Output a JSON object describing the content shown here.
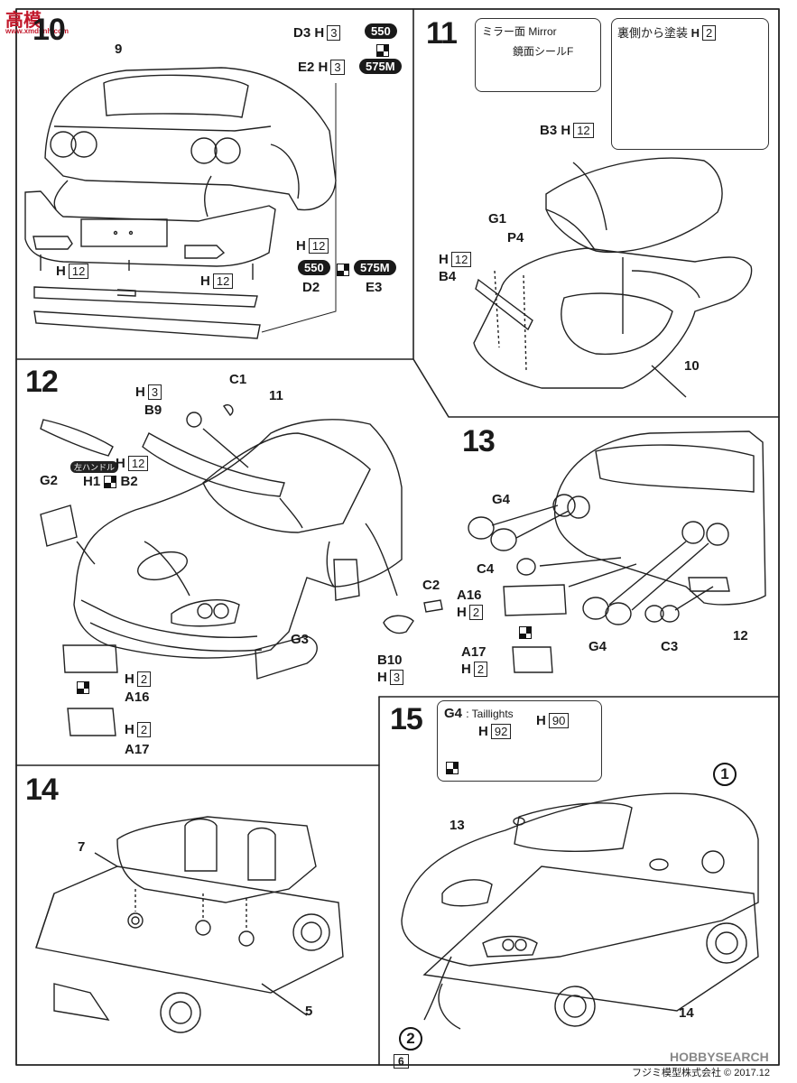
{
  "logo": {
    "glyph": "高",
    "site": "模",
    "url": "www.xmdsnh.com"
  },
  "watermark": "HOBBYSEARCH",
  "footer_company": "フジミ模型株式会社 © 2017.12",
  "page_number": "6",
  "step10": {
    "number": "10",
    "part_9": "9",
    "d3": "D3",
    "e2": "E2",
    "h3a": "3",
    "h3b": "3",
    "h": "H",
    "pill_550": "550",
    "pill_575m": "575M",
    "h12_left": "12",
    "h12_right": "12",
    "h12_top": "12",
    "d2": "D2",
    "e3": "E3"
  },
  "step11": {
    "number": "11",
    "mirror_title": "ミラー面 Mirror",
    "mirror_sub": "鏡面シールF",
    "paint_title": "裏側から塗装",
    "paint_h": "H",
    "paint_box": "2",
    "b3": "B3",
    "b3_h": "12",
    "g1": "G1",
    "p4": "P4",
    "h12": "12",
    "b4": "B4",
    "part_10": "10"
  },
  "step12": {
    "number": "12",
    "h3": "3",
    "c1": "C1",
    "b9": "B9",
    "part_11": "11",
    "lhd": "左ハンドル",
    "h12": "12",
    "h1": "H1",
    "b2": "B2",
    "g2": "G2",
    "c2": "C2",
    "g3": "G3",
    "b10": "B10",
    "b10_h": "3",
    "a16_h": "2",
    "a16": "A16",
    "a17_h": "2",
    "a17": "A17"
  },
  "step13": {
    "number": "13",
    "g4_top": "G4",
    "c4": "C4",
    "a16": "A16",
    "a16_h": "2",
    "g4_bottom": "G4",
    "c3": "C3",
    "part_12": "12",
    "a17": "A17",
    "a17_h": "2"
  },
  "step14": {
    "number": "14",
    "part_7": "7",
    "part_5": "5"
  },
  "step15": {
    "number": "15",
    "g4_title": "G4",
    "taillights": ": Taillights",
    "h92": "92",
    "h90": "90",
    "part_13": "13",
    "part_14": "14",
    "circle_1": "1",
    "circle_2": "2"
  }
}
